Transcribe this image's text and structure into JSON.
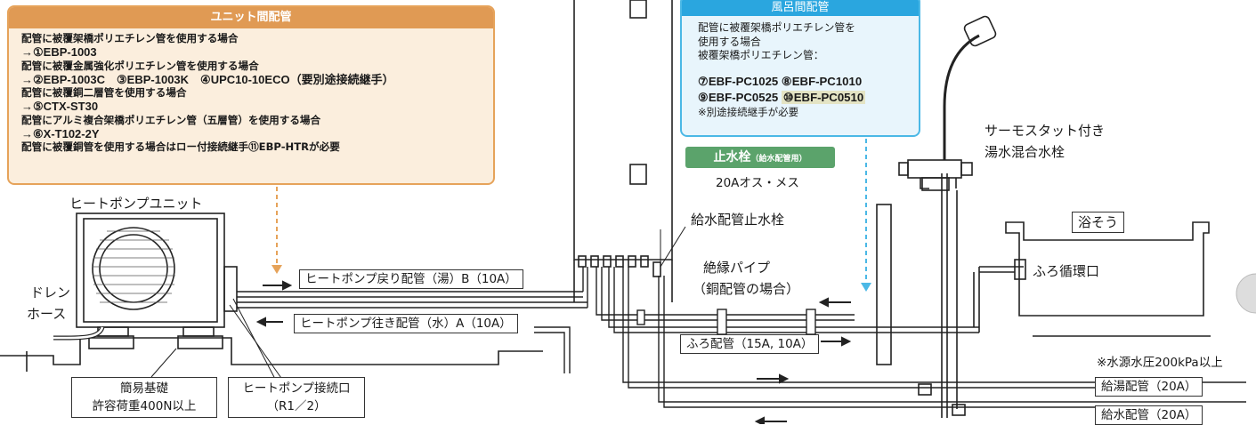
{
  "unit_piping": {
    "title": "ユニット間配管",
    "lines": [
      "配管に被覆架橋ポリエチレン管を使用する場合",
      "→①EBP-1003",
      "配管に被覆金属強化ポリエチレン管を使用する場合",
      "→②EBP-1003C　③EBP-1003K　④UPC10-10ECO（要別途接続継手）",
      "配管に被覆銅二層管を使用する場合",
      "→⑤CTX-ST30",
      "配管にアルミ複合架橋ポリエチレン管（五層管）を使用する場合",
      "→⑥X-T102-2Y",
      "配管に被覆銅管を使用する場合はロー付接続継手⑪EBP-HTRが必要"
    ]
  },
  "bath_piping": {
    "title": "風呂間配管",
    "lines": [
      "配管に被覆架橋ポリエチレン管を",
      "使用する場合",
      "被覆架橋ポリエチレン管："
    ],
    "codes_row1": [
      "⑦EBF-PC1025",
      "⑧EBF-PC1010"
    ],
    "codes_row2": [
      "⑨EBF-PC0525",
      "⑩EBF-PC0510"
    ],
    "note": "※別途接続継手が必要"
  },
  "stop_valve_tag": {
    "label": "止水栓",
    "sub": "（給水配管用）",
    "size": "20Aオス・メス"
  },
  "labels": {
    "heat_pump_unit": "ヒートポンプユニット",
    "drain_hose_1": "ドレン",
    "drain_hose_2": "ホース",
    "return_pipe": "ヒートポンプ戻り配管（湯）B（10A）",
    "outgoing_pipe": "ヒートポンプ往き配管（水）A（10A）",
    "foundation_1": "簡易基礎",
    "foundation_2": "許容荷重400N以上",
    "connection_1": "ヒートポンプ接続口",
    "connection_2": "（R1／2）",
    "supply_stop_valve": "給水配管止水栓",
    "insulation_1": "絶縁パイプ",
    "insulation_2": "（銅配管の場合）",
    "bath_pipe": "ふろ配管（15A, 10A）",
    "faucet_1": "サーモスタット付き",
    "faucet_2": "湯水混合水栓",
    "bathtub": "浴そう",
    "bath_outlet": "ふろ循環口",
    "water_pressure": "※水源水圧200kPa以上",
    "hot_pipe": "給湯配管（20A）",
    "cold_pipe": "給水配管（20A）"
  }
}
